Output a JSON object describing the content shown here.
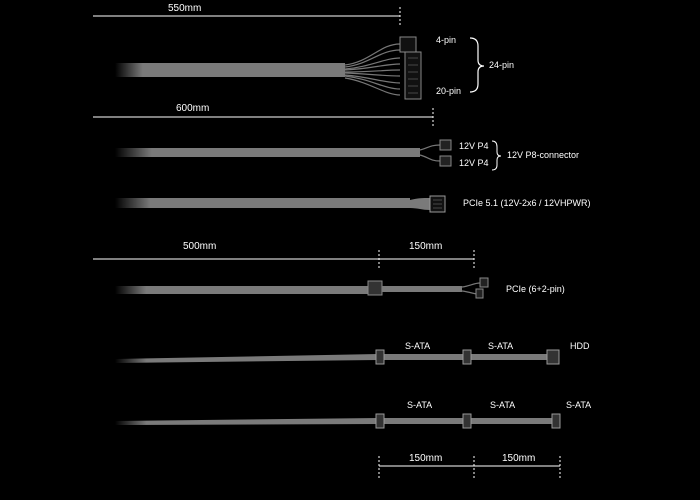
{
  "dimensions": {
    "d550": "550mm",
    "d600": "600mm",
    "d500": "500mm",
    "d150a": "150mm",
    "d150b": "150mm",
    "d150c": "150mm"
  },
  "connectors": {
    "pin4": "4-pin",
    "pin20": "20-pin",
    "pin24": "24-pin",
    "p4a": "12V P4",
    "p4b": "12V P4",
    "p8": "12V P8-connector",
    "pcie51": "PCIe 5.1 (12V-2x6 / 12VHPWR)",
    "pcie62": "PCIe (6+2-pin)",
    "sata1": "S-ATA",
    "sata2": "S-ATA",
    "hdd": "HDD",
    "sata3": "S-ATA",
    "sata4": "S-ATA",
    "sata5": "S-ATA"
  },
  "colors": {
    "background": "#000000",
    "cable": "#7a7a7a",
    "dimension_line": "#ffffff"
  }
}
